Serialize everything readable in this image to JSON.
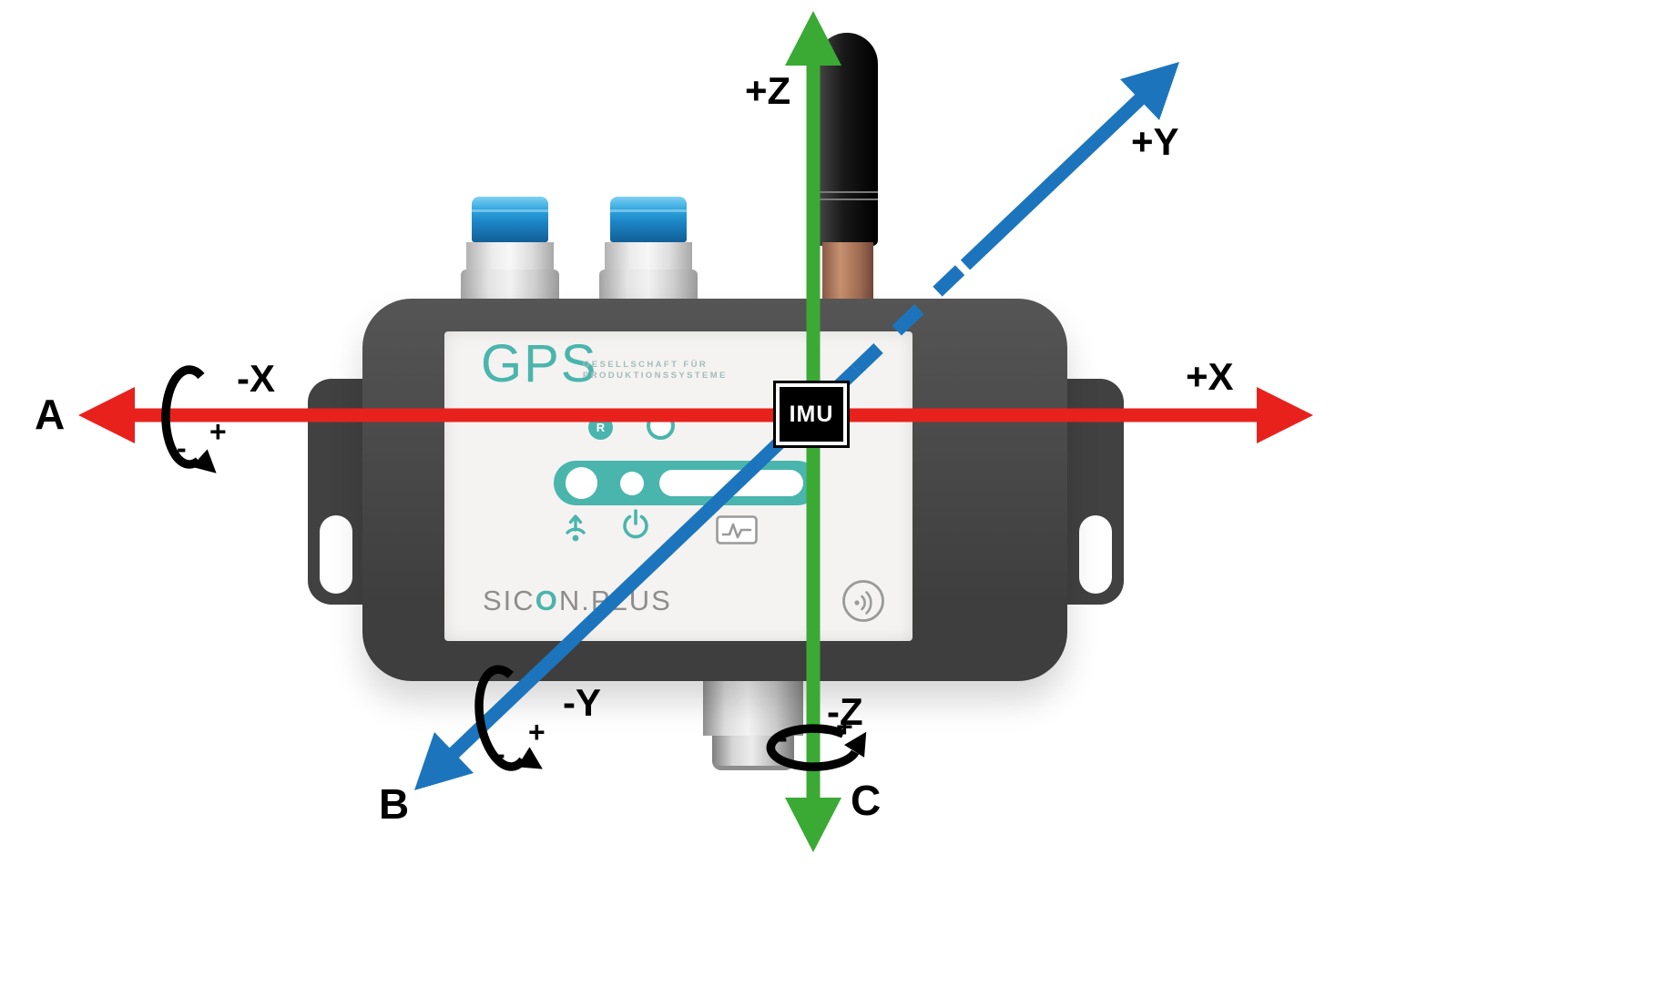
{
  "diagram": {
    "imu_label": "IMU",
    "axis_end_labels": {
      "a": "A",
      "b": "B",
      "c": "C"
    },
    "axis_labels": {
      "x_pos": "+X",
      "x_neg": "-X",
      "y_pos": "+Y",
      "y_neg": "-Y",
      "z_pos": "+Z",
      "z_neg": "-Z"
    },
    "rotation_signs": {
      "x_plus": "+",
      "x_minus": "-",
      "y_plus": "+",
      "y_minus": "-",
      "z_plus": "+",
      "z_minus": "-"
    }
  },
  "device": {
    "brand": "GPS",
    "brand_subtitle_line1": "GESELLSCHAFT FÜR",
    "brand_subtitle_line2": "PRODUKTIONSSYSTEME",
    "reset_button": "R",
    "footer_brand_pre": "SIC",
    "footer_brand_o": "O",
    "footer_brand_post": "N.PLUS"
  },
  "icons": {
    "signal": "signal-icon",
    "power": "power-icon",
    "data_chart": "chart-icon",
    "nfc": "nfc-icon"
  },
  "colors": {
    "x_axis_red": "#e8211d",
    "y_axis_blue": "#1c75bc",
    "z_axis_green": "#3aaa35",
    "rotation_arrow_black": "#000000",
    "device_body_gray": "#454545",
    "panel_white": "#f4f3f1",
    "brand_teal": "#4ab5ad",
    "fitting_blue": "#2b9fd9",
    "antenna_copper": "#b5806b"
  }
}
